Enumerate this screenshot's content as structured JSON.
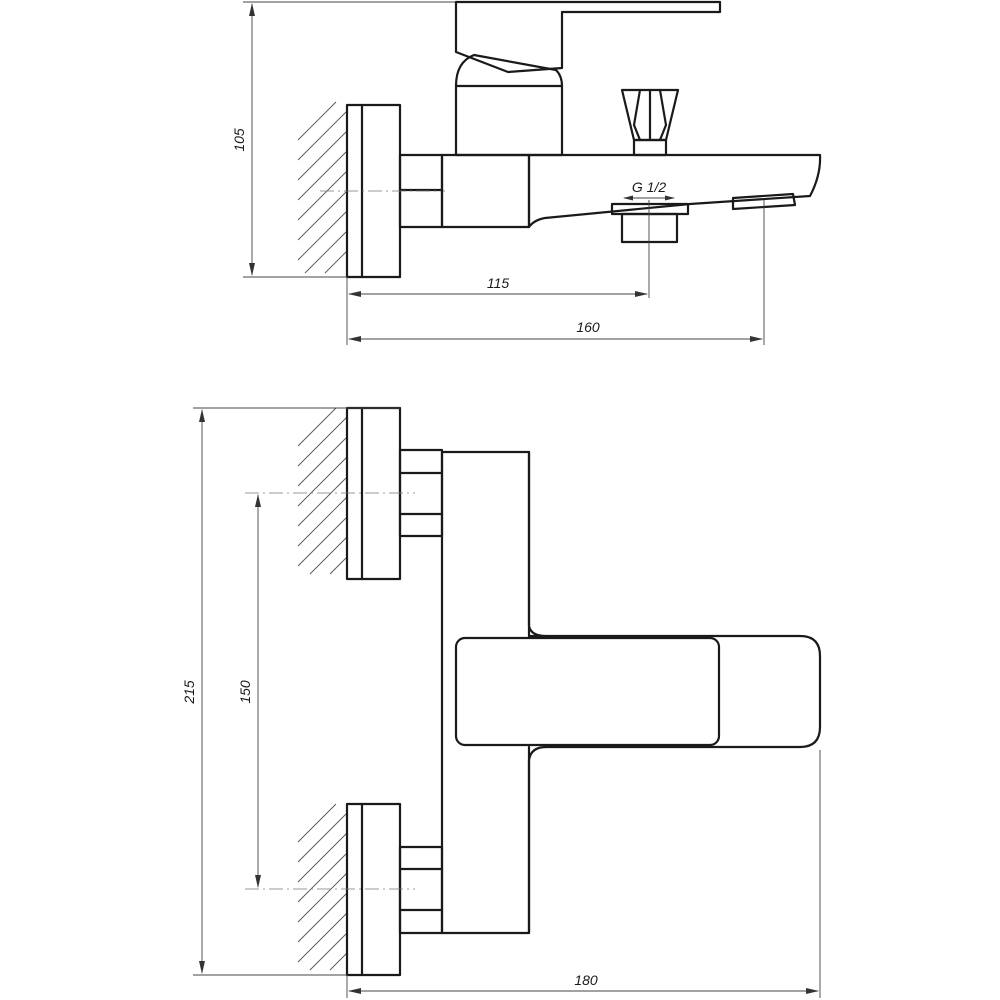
{
  "dimensions": {
    "top_height": "105",
    "top_outlet_distance": "115",
    "top_spout_reach": "160",
    "thread_label": "G 1/2",
    "front_height": "215",
    "front_centers": "150",
    "front_width": "180"
  },
  "colors": {
    "line": "#1a1a1a",
    "dim": "#444444",
    "background": "#ffffff"
  }
}
